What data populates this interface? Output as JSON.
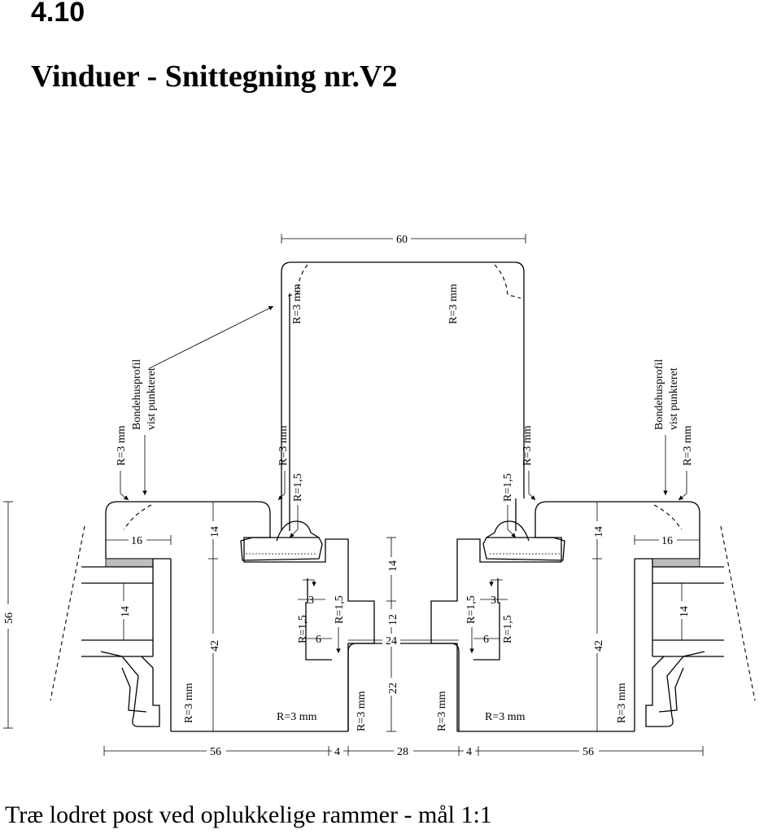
{
  "header": {
    "section_number": "4.10",
    "title": "Vinduer - Snittegning nr.V2"
  },
  "caption": "Træ lodret post ved oplukkelige rammer - mål 1:1",
  "labels": {
    "r3": "R=3 mm",
    "r15": "R=1,5",
    "bondehus_line1": "Bondehusprofil",
    "bondehus_line2": "vist punkteret"
  },
  "dimensions": {
    "top_width": "60",
    "total_height": "56",
    "sash_top_left": "16",
    "sash_top_right": "16",
    "glass_left": "14",
    "glass_right": "14",
    "frame_top_left": "14",
    "frame_top_right": "14",
    "frame_height_left": "42",
    "frame_height_right": "42",
    "center_upper": "14",
    "center_mid": "12",
    "center_lower": "22",
    "center_width": "24",
    "step_left": "3",
    "step_right": "3",
    "groove_left": "6",
    "groove_right": "6",
    "bottom_sash_left": "56",
    "bottom_gap_left": "4",
    "bottom_post": "28",
    "bottom_gap_right": "4",
    "bottom_sash_right": "56"
  }
}
